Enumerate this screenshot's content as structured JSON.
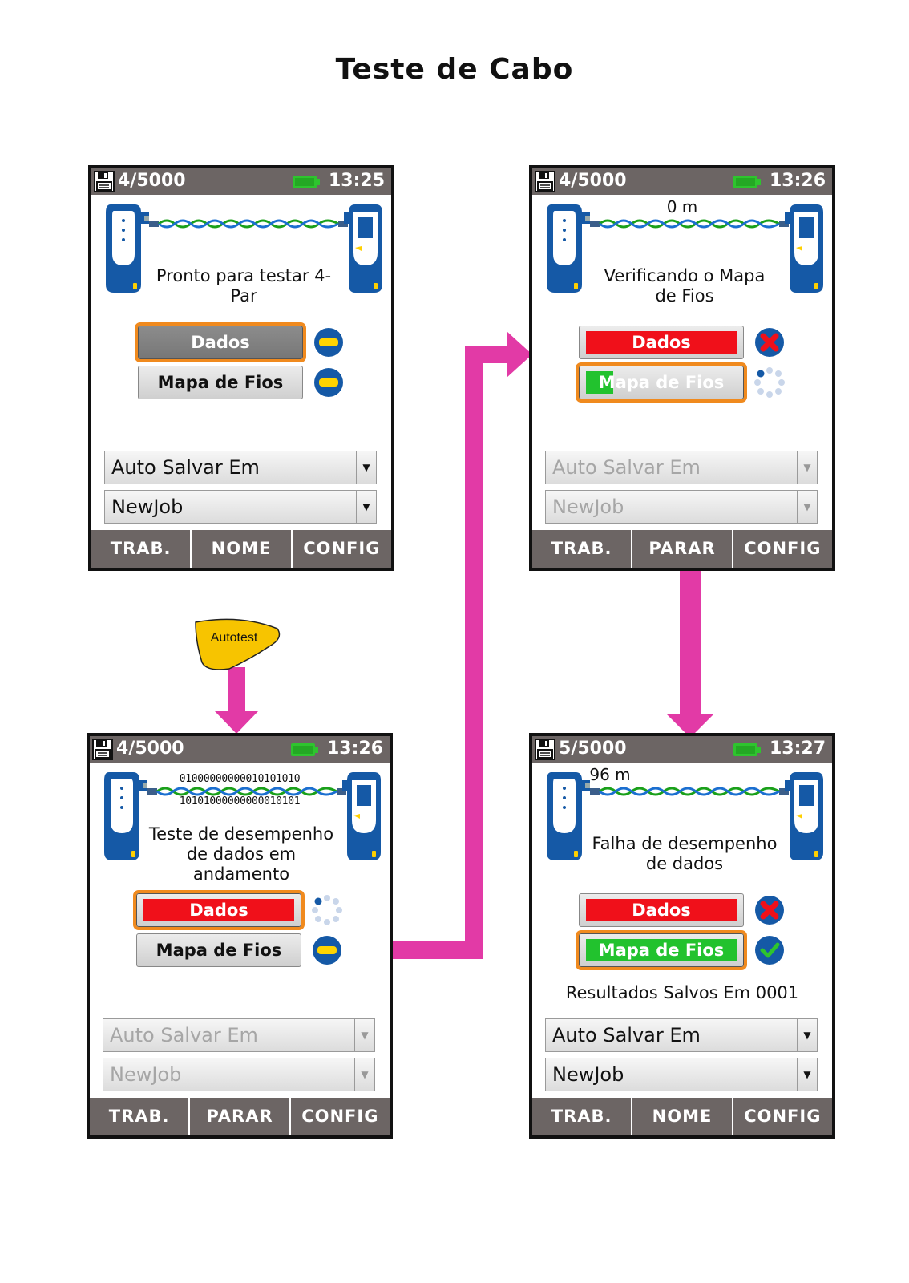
{
  "page_title": "Teste de Cabo",
  "autotest_label": "Autotest",
  "colors": {
    "arrow": "#e23aa6",
    "selected_outline": "#f08a1e",
    "fail_red": "#f0101a",
    "pass_green": "#22c22e",
    "bar_gray": "#6c6564"
  },
  "screens": {
    "s1": {
      "count": "4/5000",
      "time": "13:25",
      "message_line1": "Pronto para testar 4-",
      "message_line2": "Par",
      "btn1": "Dados",
      "btn2": "Mapa de Fios",
      "combo1": "Auto Salvar Em",
      "combo2": "NewJob",
      "keys": [
        "TRAB.",
        "NOME",
        "CONFIG"
      ]
    },
    "s2": {
      "count": "4/5000",
      "time": "13:26",
      "distance": "0 m",
      "message_line1": "Verificando o Mapa",
      "message_line2": "de Fios",
      "btn1": "Dados",
      "btn2": "Mapa de Fios",
      "combo1": "Auto Salvar Em",
      "combo2": "NewJob",
      "keys": [
        "TRAB.",
        "PARAR",
        "CONFIG"
      ]
    },
    "s3": {
      "count": "4/5000",
      "time": "13:26",
      "bits_top": "01000000000010101010",
      "bits_bottom": "10101000000000010101",
      "message_line1": "Teste de desempenho",
      "message_line2": "de dados em",
      "message_line3": "andamento",
      "btn1": "Dados",
      "btn2": "Mapa de Fios",
      "combo1": "Auto Salvar Em",
      "combo2": "NewJob",
      "keys": [
        "TRAB.",
        "PARAR",
        "CONFIG"
      ]
    },
    "s4": {
      "count": "5/5000",
      "time": "13:27",
      "distance": "96 m",
      "message_line1": "Falha de desempenho",
      "message_line2": "de dados",
      "btn1": "Dados",
      "btn2": "Mapa de Fios",
      "saved_message": "Resultados Salvos Em 0001",
      "combo1": "Auto Salvar Em",
      "combo2": "NewJob",
      "keys": [
        "TRAB.",
        "NOME",
        "CONFIG"
      ]
    }
  }
}
